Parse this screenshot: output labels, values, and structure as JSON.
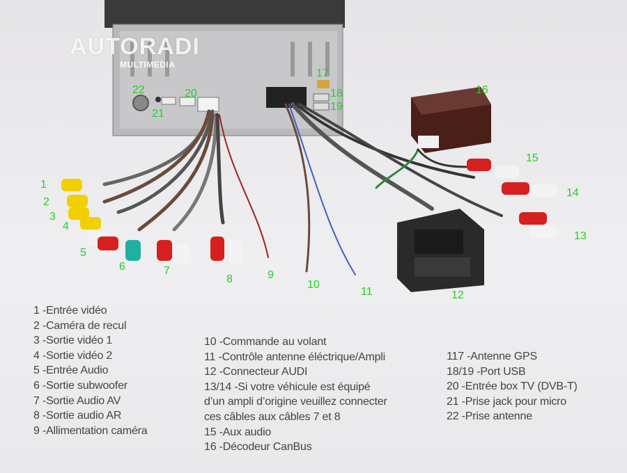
{
  "logo": {
    "name": "AUTORADI",
    "sub": "MULTIMEDIA"
  },
  "callouts": [
    "1",
    "2",
    "3",
    "4",
    "5",
    "6",
    "7",
    "8",
    "9",
    "10",
    "11",
    "12",
    "13",
    "14",
    "15",
    "16",
    "17",
    "18",
    "19",
    "20",
    "21",
    "22"
  ],
  "legend": {
    "col1": [
      "1 -Entrée vidéo",
      "2 -Caméra de recul",
      "3 -Sortie vidéo 1",
      "4 -Sortie vidéo 2",
      "5 -Entrée Audio",
      "6 -Sortie subwoofer",
      "7 -Sortie Audio AV",
      "8 -Sortie audio AR",
      "9 -Allimentation caméra"
    ],
    "col2": [
      "10 -Commande au volant",
      "11 -Contrôle antenne éléctrique/Ampli",
      "12 -Connecteur AUDI",
      "13/14 -Si votre véhicule est équipé",
      "d’un ampli d’origine veuillez connecter",
      "ces câbles aux câbles 7 et 8",
      "15 -Aux audio",
      "16 -Décodeur CanBus"
    ],
    "col3": [
      "117 -Antenne GPS",
      "18/19 -Port USB",
      "20 -Entrée box TV (DVB-T)",
      "21 -Prise jack pour micro",
      "22 -Prise antenne"
    ]
  },
  "colors": {
    "callout": "#1fd31f",
    "text": "#444444"
  }
}
